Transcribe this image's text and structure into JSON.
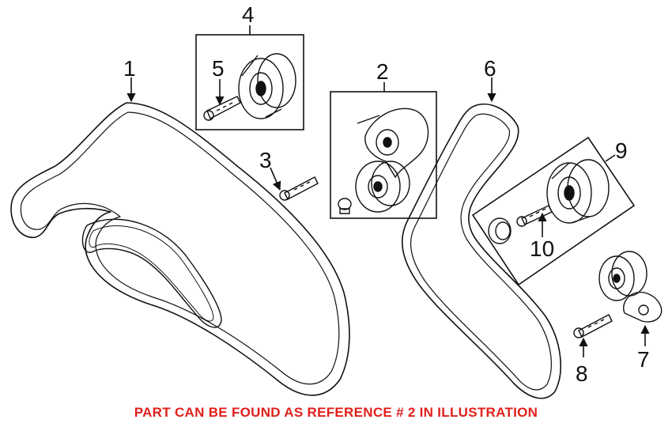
{
  "colors": {
    "ink": "#111111",
    "background": "#ffffff",
    "notice": "#e0201b"
  },
  "callouts": {
    "c1": "1",
    "c2": "2",
    "c3": "3",
    "c4": "4",
    "c5": "5",
    "c6": "6",
    "c7": "7",
    "c8": "8",
    "c9": "9",
    "c10": "10"
  },
  "parts": [
    {
      "ref": "1",
      "icon": "serpentine-belt-icon"
    },
    {
      "ref": "2",
      "icon": "belt-tensioner-assembly-icon"
    },
    {
      "ref": "3",
      "icon": "bolt-icon"
    },
    {
      "ref": "4",
      "icon": "idler-pulley-kit-icon"
    },
    {
      "ref": "5",
      "icon": "bolt-icon"
    },
    {
      "ref": "6",
      "icon": "v-belt-icon"
    },
    {
      "ref": "7",
      "icon": "belt-tensioner-icon"
    },
    {
      "ref": "8",
      "icon": "bolt-icon"
    },
    {
      "ref": "9",
      "icon": "idler-pulley-kit-icon"
    },
    {
      "ref": "10",
      "icon": "bolt-icon"
    }
  ],
  "footer": {
    "notice": "PART CAN BE FOUND AS REFERENCE # 2 IN ILLUSTRATION"
  }
}
